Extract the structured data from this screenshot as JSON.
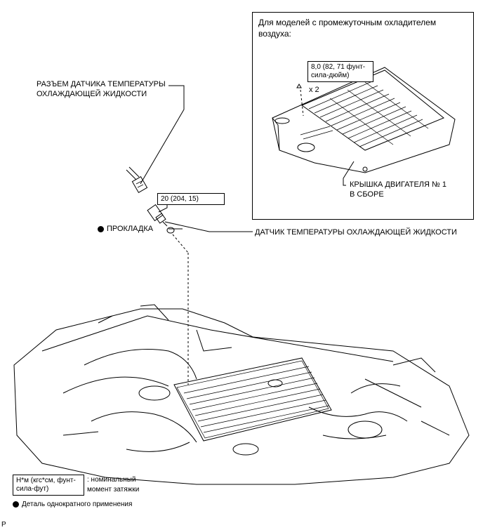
{
  "inset": {
    "title_line1": "Для моделей с промежуточным охладителем",
    "title_line2": "воздуха:",
    "torque_box_line1": "8,0 (82, 71 фунт-",
    "torque_box_line2": "сила-дюйм)",
    "qty": "x 2",
    "cover_label_line1": "КРЫШКА ДВИГАТЕЛЯ № 1",
    "cover_label_line2": "В СБОРЕ"
  },
  "labels": {
    "connector_line1": "РАЗЪЕМ ДАТЧИКА ТЕМПЕРАТУРЫ",
    "connector_line2": "ОХЛАЖДАЮЩЕЙ ЖИДКОСТИ",
    "sensor_torque": "20 (204, 15)",
    "gasket": "ПРОКЛАДКА",
    "sensor": "ДАТЧИК ТЕМПЕРАТУРЫ ОХЛАЖДАЮЩЕЙ ЖИДКОСТИ"
  },
  "legend": {
    "torque_units_line1": "Н*м (кгс*см, фунт-",
    "torque_units_line2": "сила-фут)",
    "torque_desc_line1": ": номинальный",
    "torque_desc_line2": "момент затяжки",
    "single_use": "Деталь однократного применения"
  },
  "corner_mark": "P"
}
